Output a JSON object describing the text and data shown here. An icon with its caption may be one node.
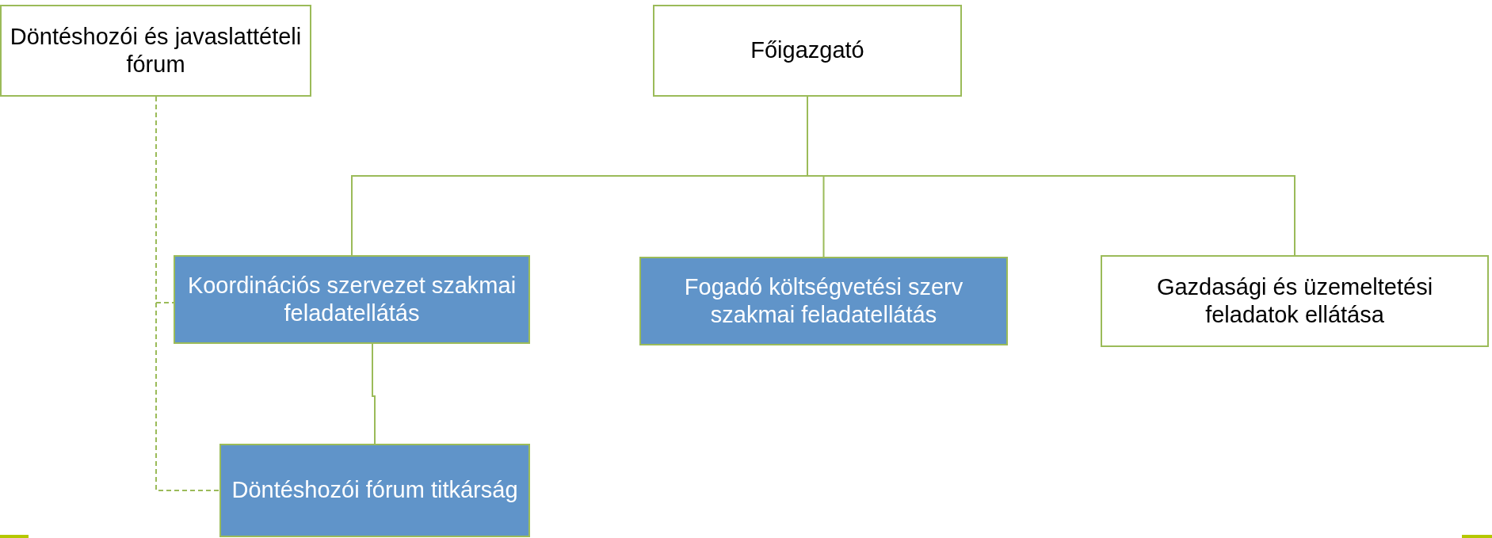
{
  "diagram": {
    "nodes": [
      {
        "text": [
          "Döntéshozói és javaslattételi fórum"
        ]
      },
      {
        "text": [
          "Főigazgató"
        ]
      },
      {
        "text": [
          "Koordinációs szervezet szakmai feladatellátás"
        ]
      },
      {
        "text": [
          "Fogadó költségvetési szerv szakmai feladatellátás"
        ]
      },
      {
        "text": [
          "Gazdasági és üzemeltetési feladatok ellátása"
        ]
      },
      {
        "text": [
          "Döntéshozói fórum titkárság"
        ]
      }
    ],
    "edges": [
      {
        "from": 1,
        "to": 2,
        "arrow": "none"
      },
      {
        "from": 1,
        "to": 3,
        "arrow": "none"
      },
      {
        "from": 1,
        "to": 4,
        "arrow": "none"
      },
      {
        "from": 2,
        "to": 5,
        "arrow": "none"
      },
      {
        "from": 0,
        "to": 2,
        "arrow": "none",
        "style": "dashed"
      },
      {
        "from": 0,
        "to": 5,
        "arrow": "none",
        "style": "dashed"
      }
    ]
  }
}
